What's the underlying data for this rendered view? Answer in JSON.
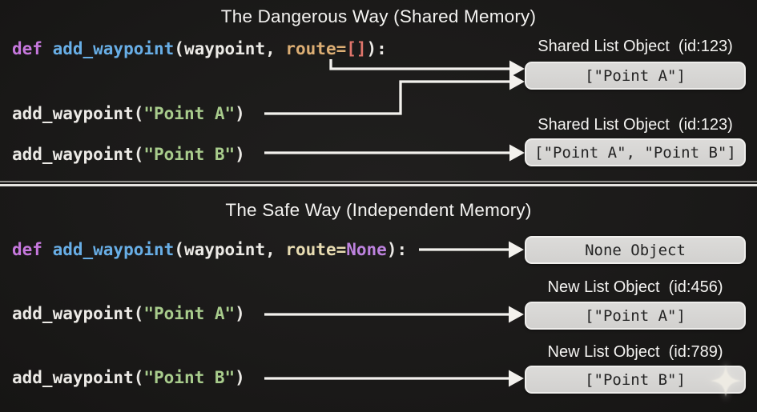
{
  "colors": {
    "bg": "#1b1a19",
    "title": "#f4f3f1",
    "label": "#f4f3f1",
    "arrow": "#f3f1ed",
    "kw": "#c678dd",
    "fn": "#68aee6",
    "plain": "#eceae6",
    "param-warm": "#dcae74",
    "param-cream": "#e8dcb2",
    "lit-bracket": "#e0756b",
    "lit-none": "#bd82de",
    "str": "#a8cc8c",
    "box-bg": "#d8d7d4",
    "box-border": "#efeeec",
    "box-text": "#242424",
    "divider-dim": "#8f8d8a",
    "divider-bright": "#e6e4e1",
    "sparkle": "#efece4"
  },
  "dangerous": {
    "title": "The Dangerous Way (Shared Memory)",
    "def_line": {
      "kw": "def ",
      "fn": "add_waypoint",
      "mid": "(waypoint, ",
      "param": "route=",
      "val": "[]",
      "end": "):"
    },
    "call_a": {
      "pre": "add_waypoint(",
      "str": "\"Point A\"",
      "post": ")"
    },
    "call_b": {
      "pre": "add_waypoint(",
      "str": "\"Point B\"",
      "post": ")"
    },
    "result1": {
      "label": "Shared List Object  (id:123)",
      "value": "[\"Point A\"]"
    },
    "result2": {
      "label": "Shared List Object  (id:123)",
      "value": "[\"Point A\", \"Point B\"]"
    }
  },
  "safe": {
    "title": "The Safe Way (Independent Memory)",
    "def_line": {
      "kw": "def ",
      "fn": "add_waypoint",
      "mid": "(waypoint, ",
      "param": "route=",
      "val": "None",
      "end": "):"
    },
    "call_a": {
      "pre": "add_waypoint(",
      "str": "\"Point A\"",
      "post": ")"
    },
    "call_b": {
      "pre": "add_waypoint(",
      "str": "\"Point B\"",
      "post": ")"
    },
    "result_none": {
      "value": "None Object"
    },
    "result_a": {
      "label": "New List Object  (id:456)",
      "value": "[\"Point A\"]"
    },
    "result_b": {
      "label": "New List Object  (id:789)",
      "value": "[\"Point B\"]"
    }
  }
}
